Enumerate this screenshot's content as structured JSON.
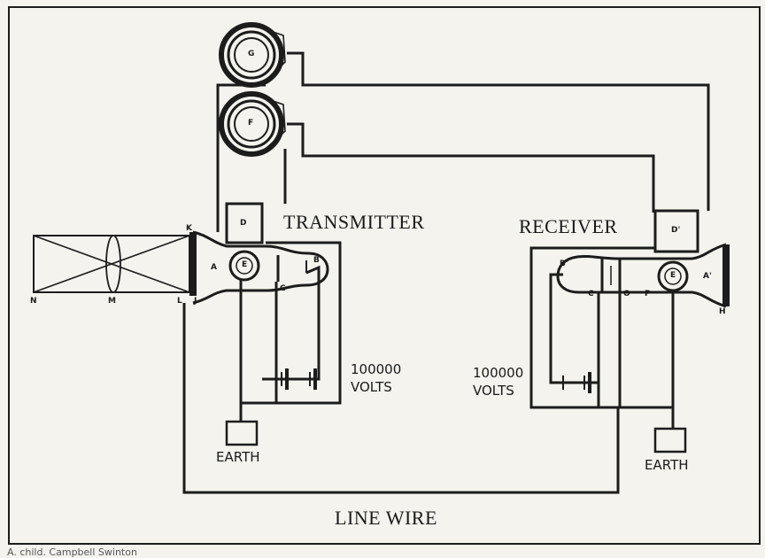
{
  "labels": {
    "transmitter": "TRANSMITTER",
    "receiver": "RECEIVER",
    "tx_voltage_value": "100000",
    "tx_voltage_unit": "VOLTS",
    "rx_voltage_value": "100000",
    "rx_voltage_unit": "VOLTS",
    "tx_earth": "EARTH",
    "rx_earth": "EARTH",
    "line_wire": "LINE WIRE"
  },
  "letters": {
    "coil_g": "G",
    "coil_f": "F",
    "box_d": "D",
    "tube_e": "E",
    "a": "A",
    "b": "B",
    "c": "C",
    "k": "K",
    "l": "L",
    "j": "J",
    "m": "M",
    "n": "N",
    "box_d2": "D'",
    "tube_e2": "E",
    "a2": "A'",
    "b2": "B'",
    "c2": "C",
    "o": "O",
    "p": "P",
    "h": "H"
  },
  "caption": "A. child. Campbell Swinton"
}
